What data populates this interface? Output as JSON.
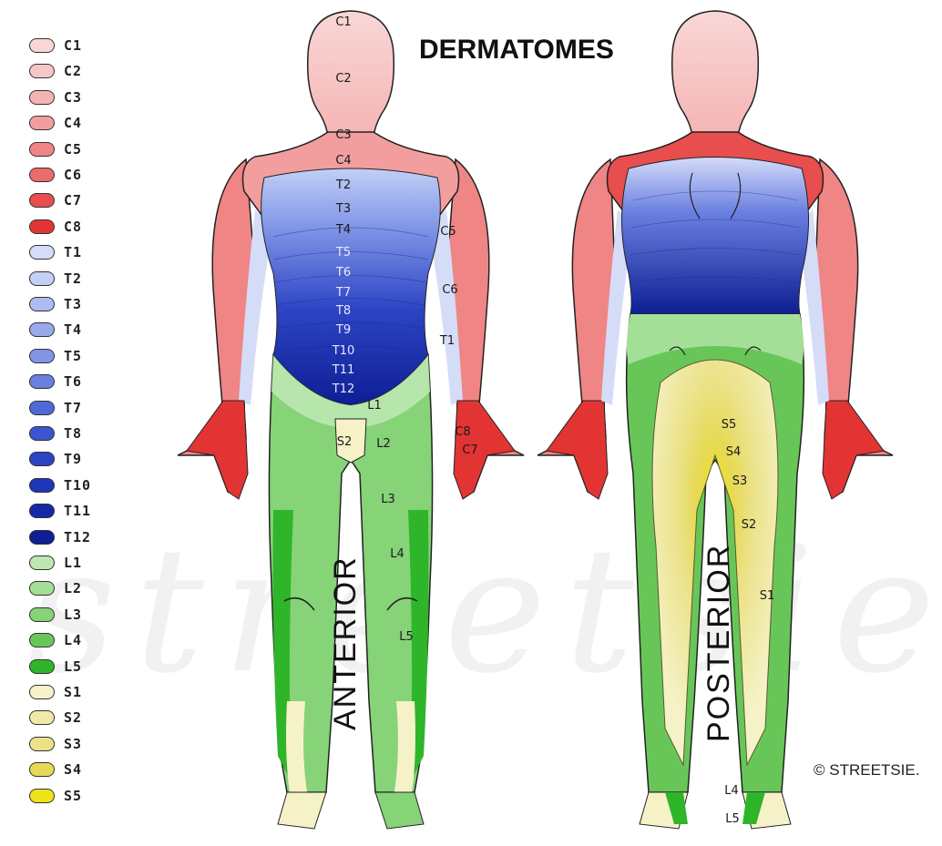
{
  "title": "DERMATOMES",
  "views": {
    "anterior": "ANTERIOR",
    "posterior": "POSTERIOR"
  },
  "copyright": "© STREETSIE.",
  "legend": [
    {
      "label": "C1",
      "color": "#f9d7d7"
    },
    {
      "label": "C2",
      "color": "#f7c6c6"
    },
    {
      "label": "C3",
      "color": "#f5b4b4"
    },
    {
      "label": "C4",
      "color": "#f29e9e"
    },
    {
      "label": "C5",
      "color": "#ef8585"
    },
    {
      "label": "C6",
      "color": "#ec6b6b"
    },
    {
      "label": "C7",
      "color": "#e84e4e"
    },
    {
      "label": "C8",
      "color": "#e33434"
    },
    {
      "label": "T1",
      "color": "#d4dcf8"
    },
    {
      "label": "T2",
      "color": "#c3cff5"
    },
    {
      "label": "T3",
      "color": "#aebdf1"
    },
    {
      "label": "T4",
      "color": "#98aaec"
    },
    {
      "label": "T5",
      "color": "#8095e6"
    },
    {
      "label": "T6",
      "color": "#6a80e0"
    },
    {
      "label": "T7",
      "color": "#5069d8"
    },
    {
      "label": "T8",
      "color": "#3d56cf"
    },
    {
      "label": "T9",
      "color": "#2c44c4"
    },
    {
      "label": "T10",
      "color": "#1f36b8"
    },
    {
      "label": "T11",
      "color": "#1529a8"
    },
    {
      "label": "T12",
      "color": "#0e1e94"
    },
    {
      "label": "L1",
      "color": "#bde8b2"
    },
    {
      "label": "L2",
      "color": "#a4df97"
    },
    {
      "label": "L3",
      "color": "#86d378"
    },
    {
      "label": "L4",
      "color": "#68c659"
    },
    {
      "label": "L5",
      "color": "#2fb52a"
    },
    {
      "label": "S1",
      "color": "#f6f2c8"
    },
    {
      "label": "S2",
      "color": "#f0eaa8"
    },
    {
      "label": "S3",
      "color": "#ebe288"
    },
    {
      "label": "S4",
      "color": "#e6d955"
    },
    {
      "label": "S5",
      "color": "#f0e21a"
    }
  ],
  "anterior_labels": [
    "C1",
    "C2",
    "C3",
    "C4",
    "T2",
    "T3",
    "T4",
    "T5",
    "T6",
    "T7",
    "T8",
    "T9",
    "T10",
    "T11",
    "T12",
    "C5",
    "C6",
    "T1",
    "L1",
    "L2",
    "S2",
    "C8",
    "C7",
    "L3",
    "L4",
    "L5"
  ],
  "posterior_labels": [
    "S5",
    "S4",
    "S3",
    "S2",
    "S1",
    "L4",
    "L5"
  ],
  "watermark": "streetsie.com"
}
